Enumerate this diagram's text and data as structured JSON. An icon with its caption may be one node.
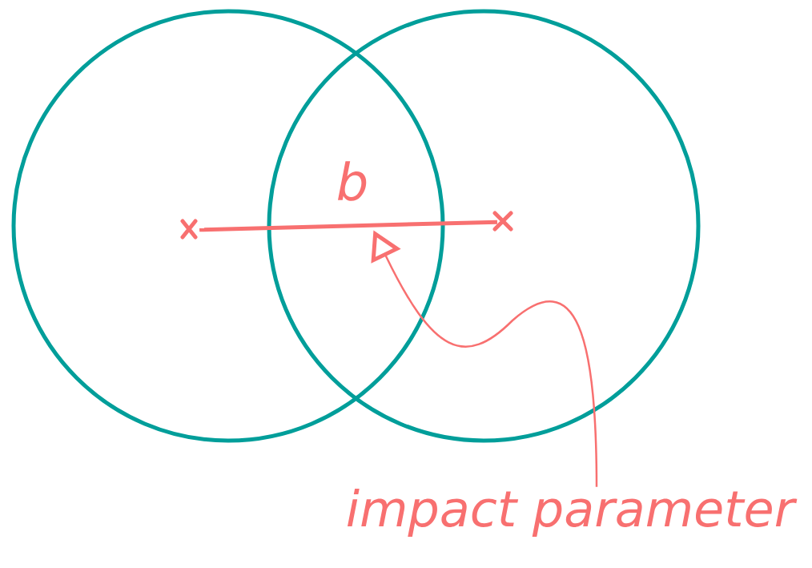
{
  "diagram": {
    "nodes": [
      {
        "text": [],
        "shape": "circle"
      },
      {
        "text": [],
        "shape": "circle"
      },
      {
        "text": [],
        "shape": "bar"
      },
      {
        "text": [
          "impact parameter"
        ]
      }
    ],
    "edges": [
      {
        "from": 3,
        "to": 2,
        "arrow": "to"
      }
    ],
    "labels": [
      "b"
    ]
  }
}
